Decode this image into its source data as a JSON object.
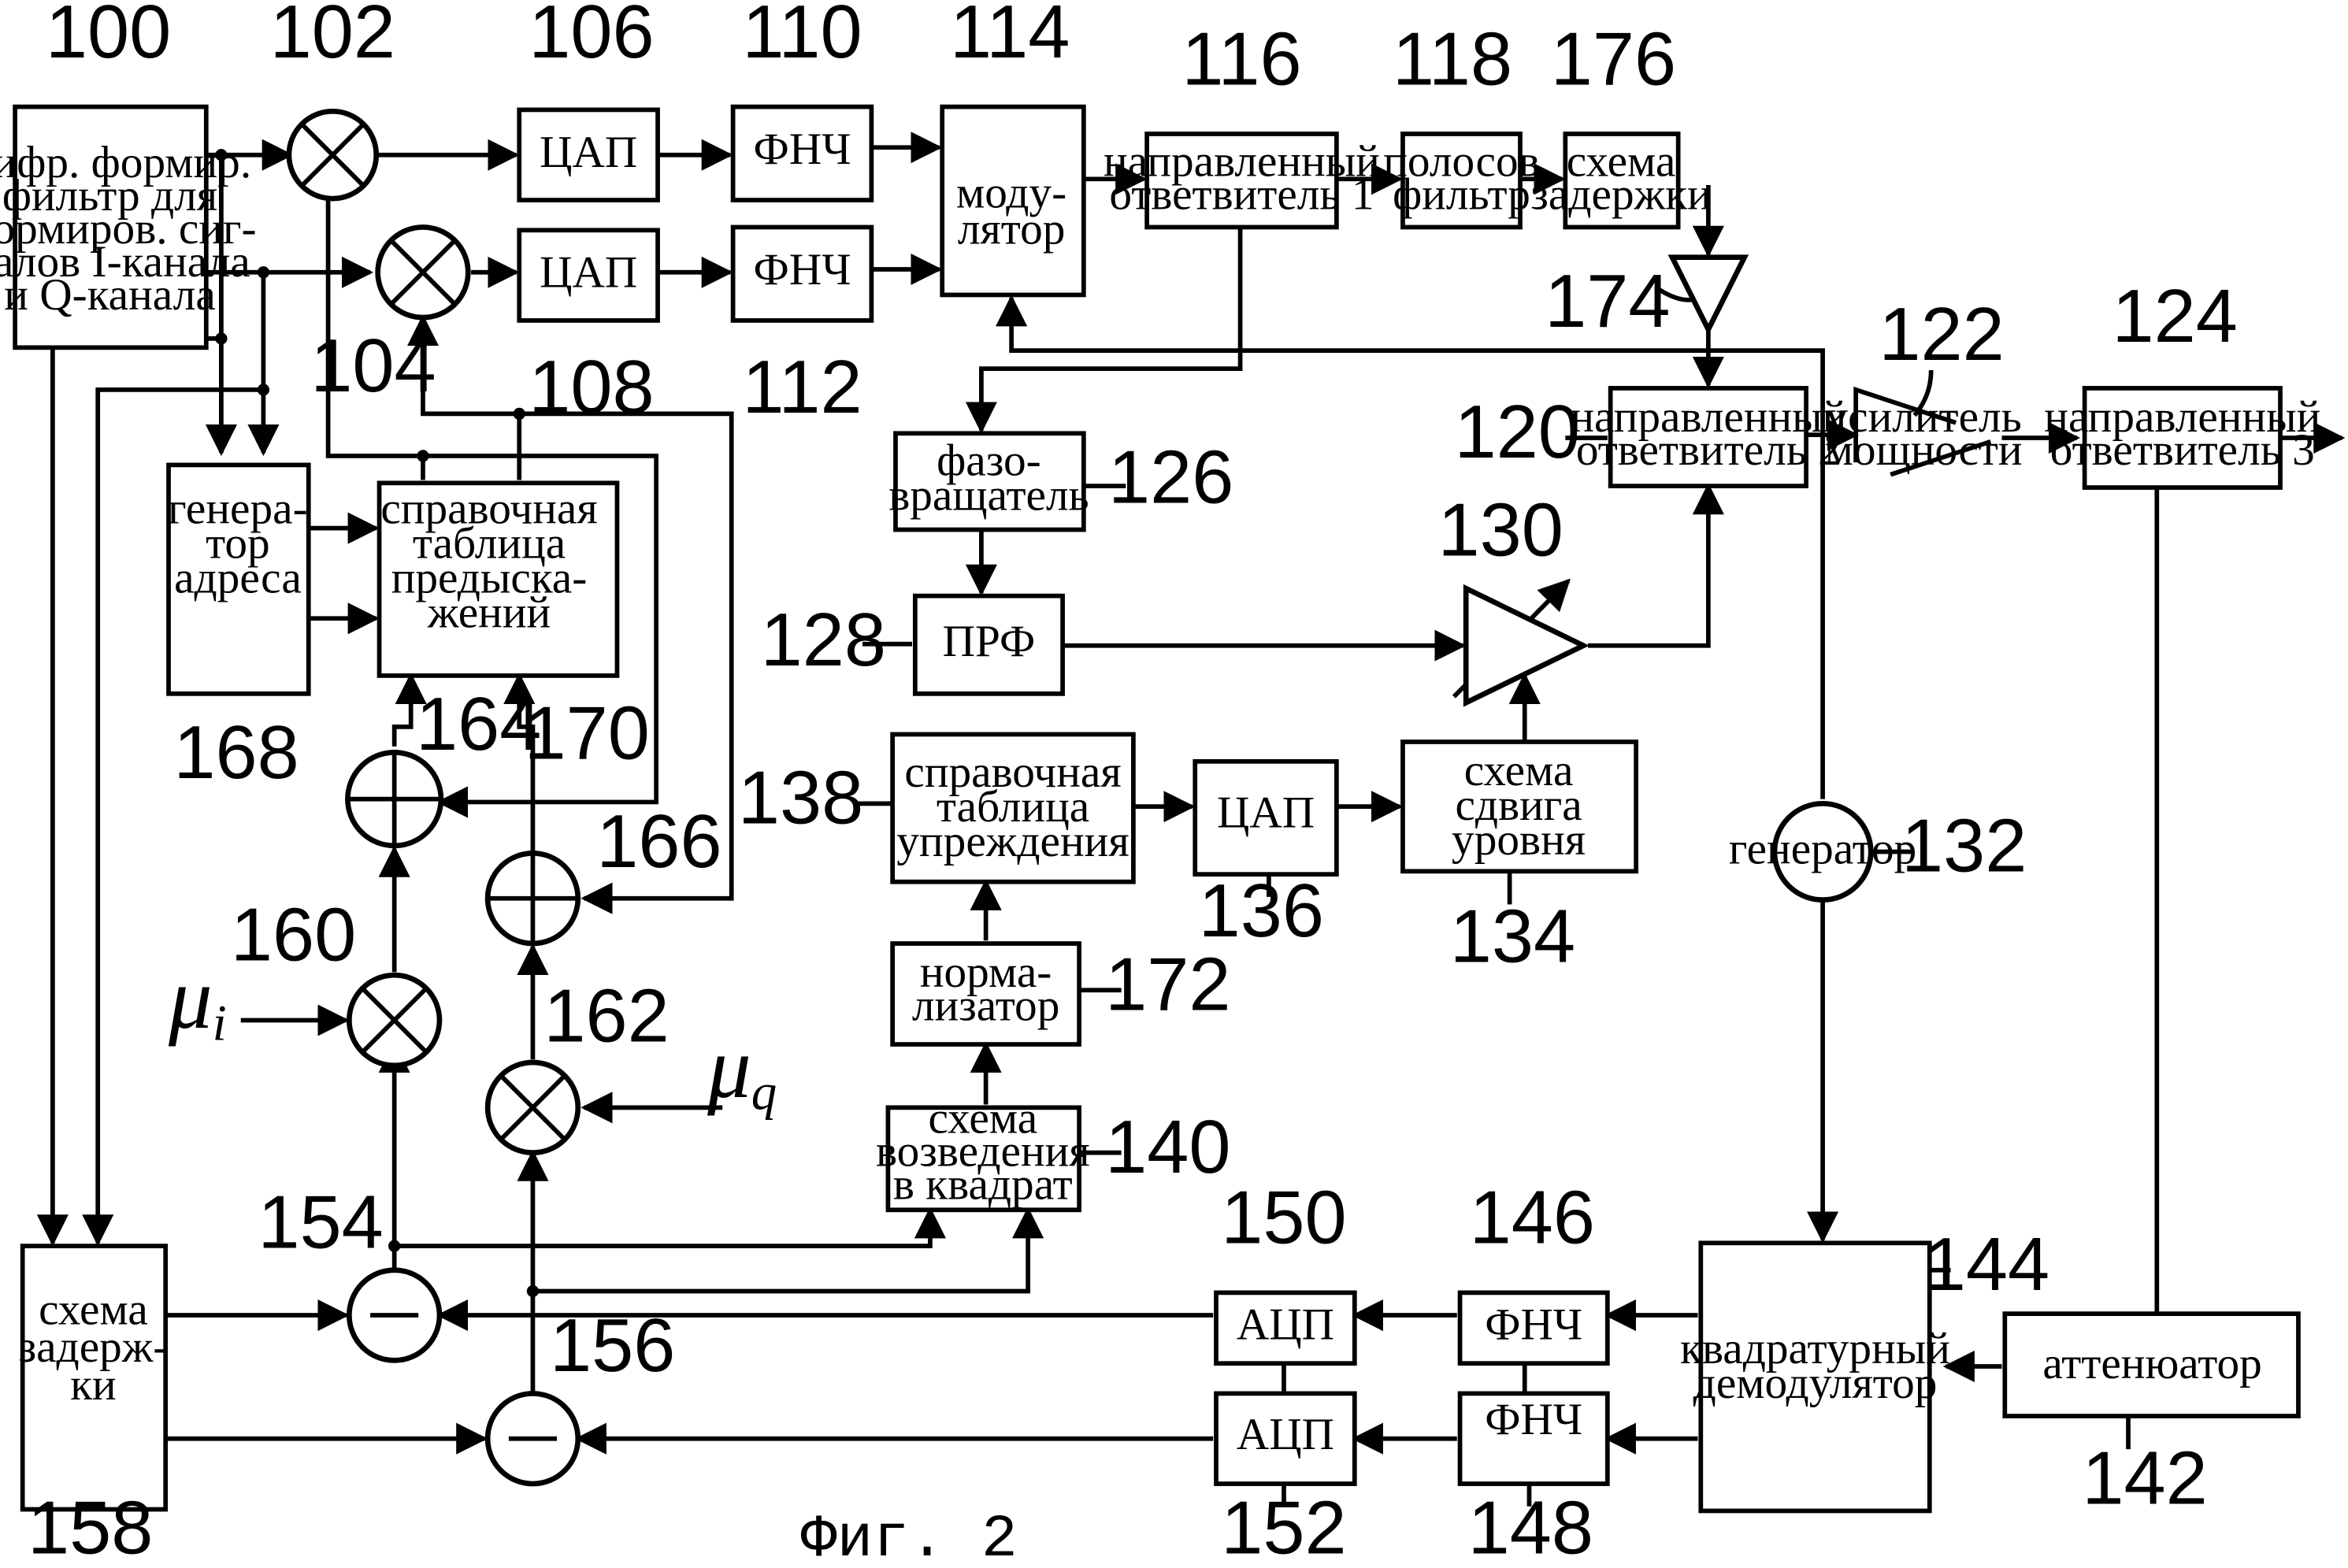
{
  "caption": "Фиг. 2",
  "blocks": {
    "b100": [
      "цифр. формир.",
      "фильтр для",
      "формиров. сиг-",
      "налов I-канала",
      "и Q-канала"
    ],
    "b106": [
      "ЦАП"
    ],
    "b108": [
      "ЦАП"
    ],
    "b110": [
      "ФНЧ"
    ],
    "b112": [
      "ФНЧ"
    ],
    "b114": [
      "моду-",
      "лятор"
    ],
    "b116": [
      "направленный",
      "ответвитель 1"
    ],
    "b118": [
      "полосов",
      "фильтр"
    ],
    "b176": [
      "схема",
      "задержки"
    ],
    "b120": [
      "направленный",
      "ответвитель 2"
    ],
    "b122": [
      "усилитель",
      "мощности"
    ],
    "b124": [
      "направленный",
      "ответвитель 3"
    ],
    "b126": [
      "фазо-",
      "вращатель"
    ],
    "b128": [
      "ПРФ"
    ],
    "b168": [
      "генера-",
      "тор",
      "адреса"
    ],
    "b170": [
      "справочная",
      "таблица",
      "предыска-",
      "жений"
    ],
    "b138": [
      "справочная",
      "таблица",
      "упреждения"
    ],
    "b136": [
      "ЦАП"
    ],
    "b134": [
      "схема",
      "сдвига",
      "уровня"
    ],
    "b132": [
      "генератор"
    ],
    "b172": [
      "норма-",
      "лизатор"
    ],
    "b140": [
      "схема",
      "возведения",
      "в квадрат"
    ],
    "b158": [
      "схема",
      "задерж-",
      "ки"
    ],
    "b150": [
      "АЦП"
    ],
    "b152": [
      "АЦП"
    ],
    "b146": [
      "ФНЧ"
    ],
    "b148": [
      "ФНЧ"
    ],
    "b144": [
      "квадратурный",
      "демодулятор"
    ],
    "b142": [
      "аттенюатор"
    ]
  },
  "refs": {
    "r100": "100",
    "r102": "102",
    "r106": "106",
    "r110": "110",
    "r114": "114",
    "r116": "116",
    "r118": "118",
    "r176": "176",
    "r174": "174",
    "r104": "104",
    "r108": "108",
    "r112": "112",
    "r122": "122",
    "r124": "124",
    "r120": "120",
    "r126": "126",
    "r130": "130",
    "r128": "128",
    "r168": "168",
    "r164": "164",
    "r170": "170",
    "r138": "138",
    "r166": "166",
    "r136": "136",
    "r134": "134",
    "r132": "132",
    "r160": "160",
    "r172": "172",
    "r162": "162",
    "r140": "140",
    "r154": "154",
    "r150": "150",
    "r146": "146",
    "r144": "144",
    "r156": "156",
    "r158": "158",
    "r152": "152",
    "r148": "148",
    "r142": "142"
  },
  "mu": {
    "mi_base": "μ",
    "mi_sub": "i",
    "mq_base": "μ",
    "mq_sub": "q"
  }
}
